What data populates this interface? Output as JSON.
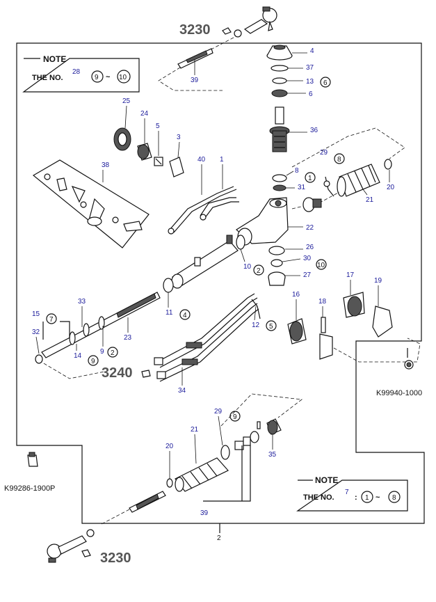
{
  "references": {
    "top_ref": "3230",
    "middle_ref": "3240",
    "bottom_ref": "3230"
  },
  "part_codes": {
    "right_code": "K99940-1000",
    "left_code": "K99286-1900P"
  },
  "note_top": {
    "title": "NOTE",
    "text": "THE NO.",
    "ref": "28",
    "range_start": "9",
    "range_sep": "~",
    "range_end": "10"
  },
  "note_bottom": {
    "title": "NOTE",
    "text": "THE NO.",
    "ref": "7",
    "colon": ":",
    "range_start": "1",
    "range_sep": "~",
    "range_end": "8"
  },
  "callouts": {
    "c4": "4",
    "c37": "37",
    "c13": "13",
    "c6": "6",
    "c36": "36",
    "c39_top": "39",
    "c25": "25",
    "c24": "24",
    "c5": "5",
    "c3": "3",
    "c40": "40",
    "c1": "1",
    "c38": "38",
    "c8": "8",
    "c31": "31",
    "c29_top": "29",
    "c20_top": "20",
    "c21_top": "21",
    "c22": "22",
    "c26": "26",
    "c30": "30",
    "c27": "27",
    "c10": "10",
    "c11": "11",
    "c17": "17",
    "c19": "19",
    "c16": "16",
    "c18": "18",
    "c12": "12",
    "c33": "33",
    "c15": "15",
    "c23": "23",
    "c32": "32",
    "c14": "14",
    "c9": "9",
    "c34": "34",
    "c29_bot": "29",
    "c21_bot": "21",
    "c20_bot": "20",
    "c35": "35",
    "c39_bot": "39",
    "c2": "2"
  },
  "circled": {
    "k6_top": "6",
    "k1": "1",
    "k8": "8",
    "k10": "10",
    "k4": "4",
    "k5": "5",
    "k7": "7",
    "k2_a": "2",
    "k9_left": "9",
    "k2_b": "2",
    "k9_bot": "9"
  }
}
